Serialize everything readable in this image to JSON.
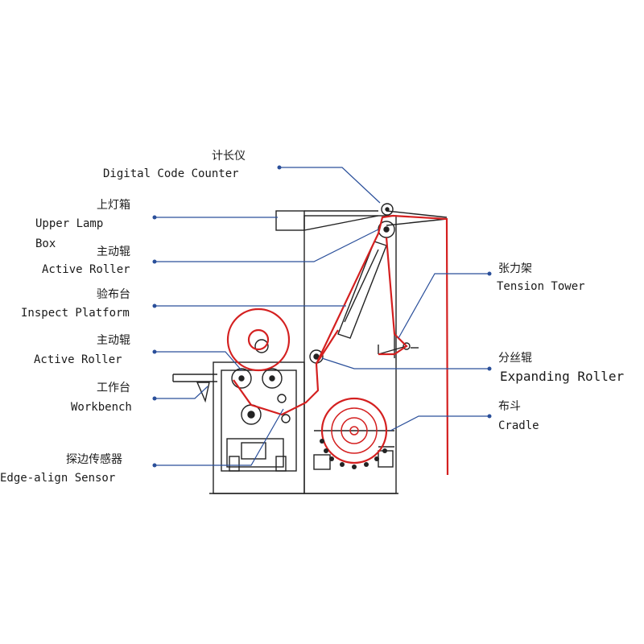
{
  "labels": {
    "digital_code_counter": {
      "zh": "计长仪",
      "en": "Digital Code Counter"
    },
    "upper_lamp_box": {
      "zh": "上灯箱",
      "en_line1": "Upper Lamp",
      "en_line2": "Box"
    },
    "active_roller_top": {
      "zh": "主动辊",
      "en": "Active Roller"
    },
    "inspect_platform": {
      "zh": "验布台",
      "en": "Inspect Platform"
    },
    "active_roller_bottom": {
      "zh": "主动辊",
      "en": "Active Roller"
    },
    "workbench": {
      "zh": "工作台",
      "en": "Workbench"
    },
    "edge_align_sensor": {
      "zh": "探边传感器",
      "en": "Edge-align Sensor"
    },
    "tension_tower": {
      "zh": "张力架",
      "en": "Tension Tower"
    },
    "expanding_roller": {
      "zh": "分丝辊",
      "en": "Expanding Roller"
    },
    "cradle": {
      "zh": "布斗",
      "en": "Cradle"
    }
  },
  "colors": {
    "fabric_path": "#d42020",
    "leader_line": "#2a4f9a",
    "machine_outline": "#222222"
  }
}
